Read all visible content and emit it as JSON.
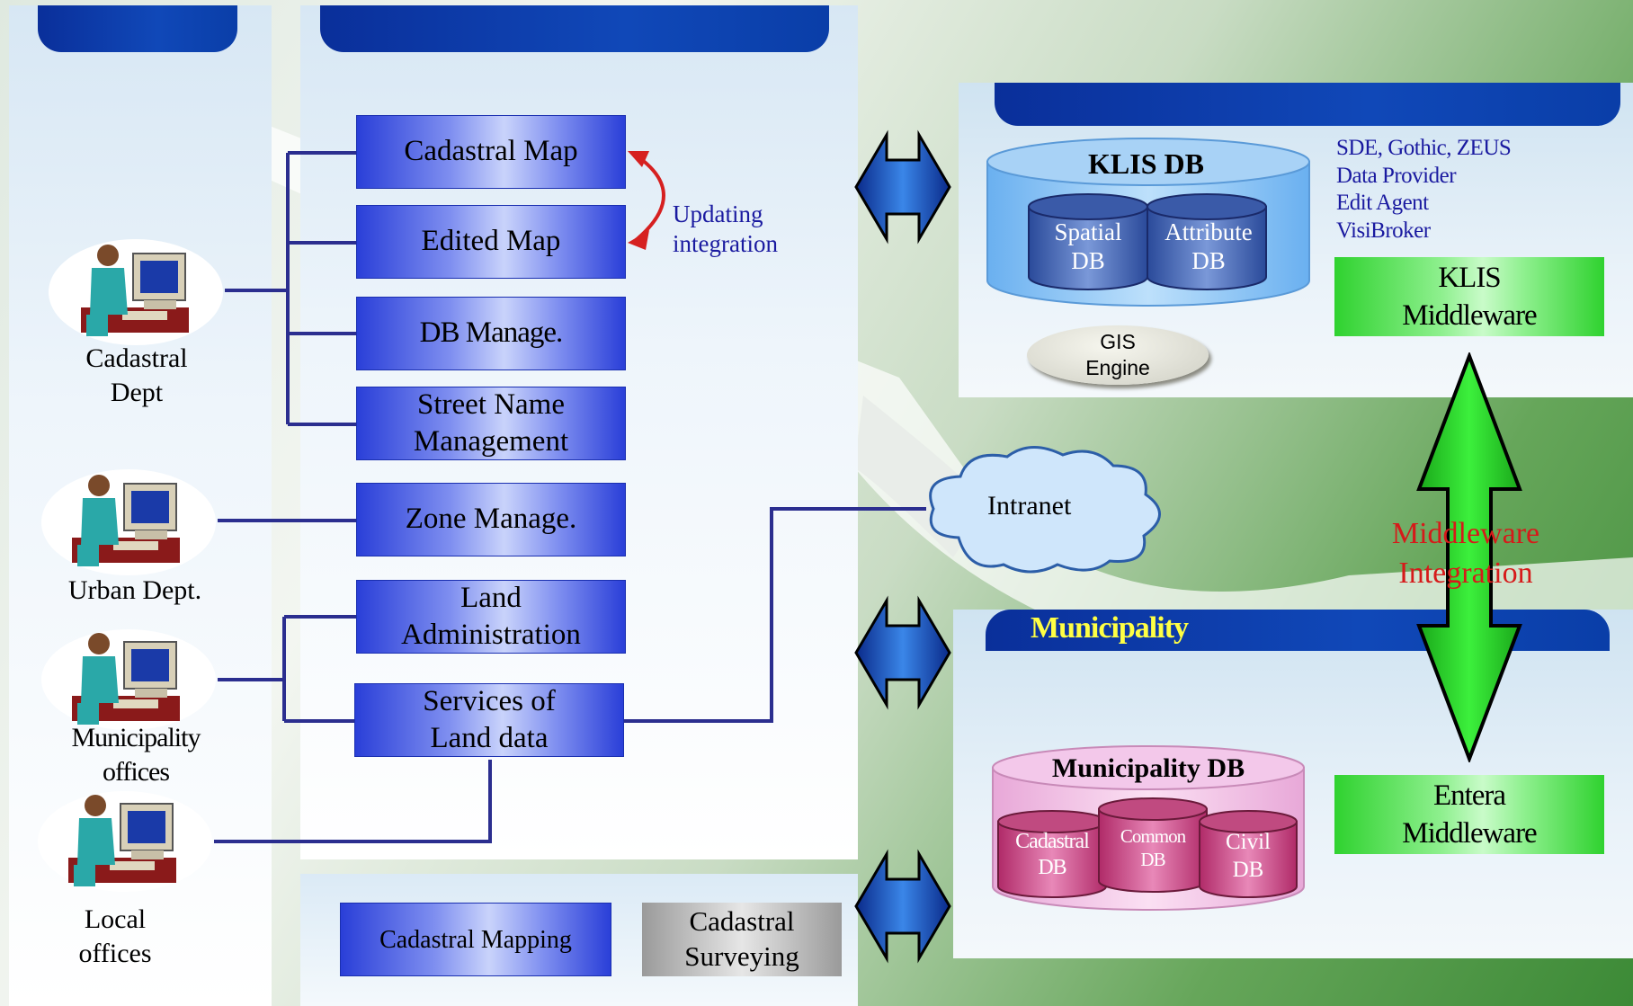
{
  "users": [
    {
      "label": "Cadastral Dept",
      "lines": [
        "Cadastral",
        "Dept"
      ]
    },
    {
      "label": "Urban Dept.",
      "lines": [
        "Urban Dept."
      ]
    },
    {
      "label": "Municipality offices",
      "lines": [
        "Municipality",
        "offices"
      ]
    },
    {
      "label": "Local offices",
      "lines": [
        "Local",
        "offices"
      ]
    }
  ],
  "functions": {
    "cadastral_map": "Cadastral Map",
    "edited_map": "Edited Map",
    "db_manage": "DB Manage.",
    "street_name_1": "Street Name",
    "street_name_2": "Management",
    "zone_manage": "Zone Manage.",
    "land_admin_1": "Land",
    "land_admin_2": "Administration",
    "services_1": "Services of",
    "services_2": "Land data"
  },
  "updating": {
    "line1": "Updating",
    "line2": "integration"
  },
  "bottom": {
    "cadastral_mapping": "Cadastral Mapping",
    "cadastral_surveying_1": "Cadastral",
    "cadastral_surveying_2": "Surveying"
  },
  "intranet": "Intranet",
  "klis": {
    "db_title": "KLIS DB",
    "spatial_1": "Spatial",
    "spatial_2": "DB",
    "attribute_1": "Attribute",
    "attribute_2": "DB",
    "gis_1": "GIS",
    "gis_2": "Engine",
    "notes": [
      "SDE, Gothic, ZEUS",
      "Data Provider",
      "Edit Agent",
      "VisiBroker"
    ],
    "middleware_1": "KLIS",
    "middleware_2": "Middleware"
  },
  "middleware_integration": {
    "line1": "Middleware",
    "line2": "Integration"
  },
  "municipality": {
    "header": "Municipality",
    "db_title": "Municipality DB",
    "cadastral_1": "Cadastral",
    "cadastral_2": "DB",
    "common_1": "Common",
    "common_2": "DB",
    "civil_1": "Civil",
    "civil_2": "DB",
    "middleware_1": "Entera",
    "middleware_2": "Middleware"
  },
  "colors": {
    "function_box": "#2a3fd8",
    "header": "#0a3ea8",
    "green_box": "#2fd22f",
    "middleware_text": "#d61a1a",
    "note_text": "#1a1aa0"
  }
}
